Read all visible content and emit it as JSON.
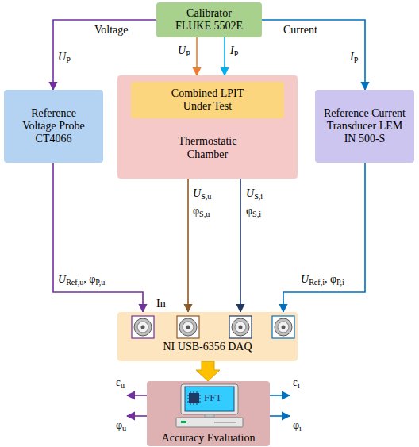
{
  "diagram": {
    "nodes": [
      {
        "text": [
          "Calibrator FLUKE 5502E"
        ]
      },
      {
        "text": [
          "Reference Voltage Probe CT4066"
        ]
      },
      {
        "text": [
          "Thermostatic Chamber"
        ]
      },
      {
        "text": [
          "Combined LPIT Under Test"
        ],
        "in": 2
      },
      {
        "text": [
          "Reference Current Transducer LEM IN 500-S"
        ]
      },
      {
        "text": [
          "NI USB-6356 DAQ"
        ]
      },
      {
        "text": [
          "Accuracy Evaluation"
        ]
      }
    ],
    "edges": [
      {
        "from": 0,
        "to": 1,
        "label": "Voltage",
        "arrow": "to"
      },
      {
        "from": 0,
        "to": 2,
        "arrow": "to"
      },
      {
        "from": 0,
        "to": 2,
        "arrow": "to"
      },
      {
        "from": 0,
        "to": 4,
        "label": "Current",
        "arrow": "to"
      },
      {
        "from": 1,
        "to": 5,
        "arrow": "to"
      },
      {
        "from": 2,
        "to": 5,
        "arrow": "to"
      },
      {
        "from": 2,
        "to": 5,
        "arrow": "to"
      },
      {
        "from": 4,
        "to": 5,
        "arrow": "to"
      },
      {
        "from": 5,
        "to": 6,
        "arrow": "to"
      }
    ],
    "labels": [
      "UP",
      "UP",
      "IP",
      "IP",
      "URef,u, φP,u",
      "US,u",
      "φS,u",
      "US,i",
      "φS,i",
      "URef,i, φP,i",
      "In",
      "FFT",
      "εu",
      "φu",
      "εi",
      "φi"
    ]
  }
}
